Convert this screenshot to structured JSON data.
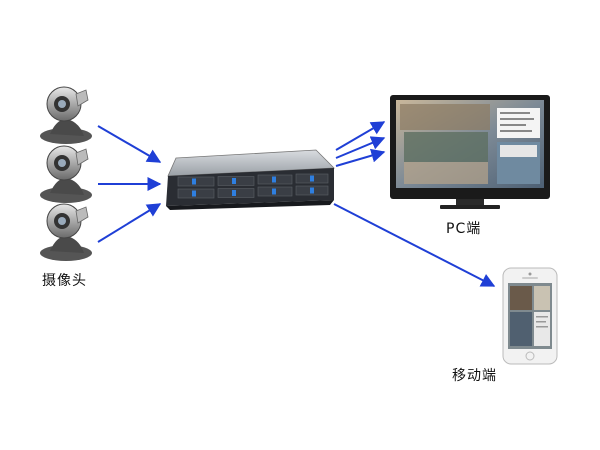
{
  "labels": {
    "camera": "摄像头",
    "pc": "PC端",
    "mobile": "移动端"
  },
  "colors": {
    "arrow": "#1f3fd6",
    "server_body": "#2a2d33",
    "server_top": "#b8bcc2",
    "drive_led": "#2f7fe0",
    "monitor_frame": "#1a1a1a",
    "phone_frame": "#f2f2f2"
  },
  "icons": {
    "camera": "webcam-icon",
    "server": "rack-server-icon",
    "monitor": "monitor-icon",
    "phone": "smartphone-icon"
  }
}
